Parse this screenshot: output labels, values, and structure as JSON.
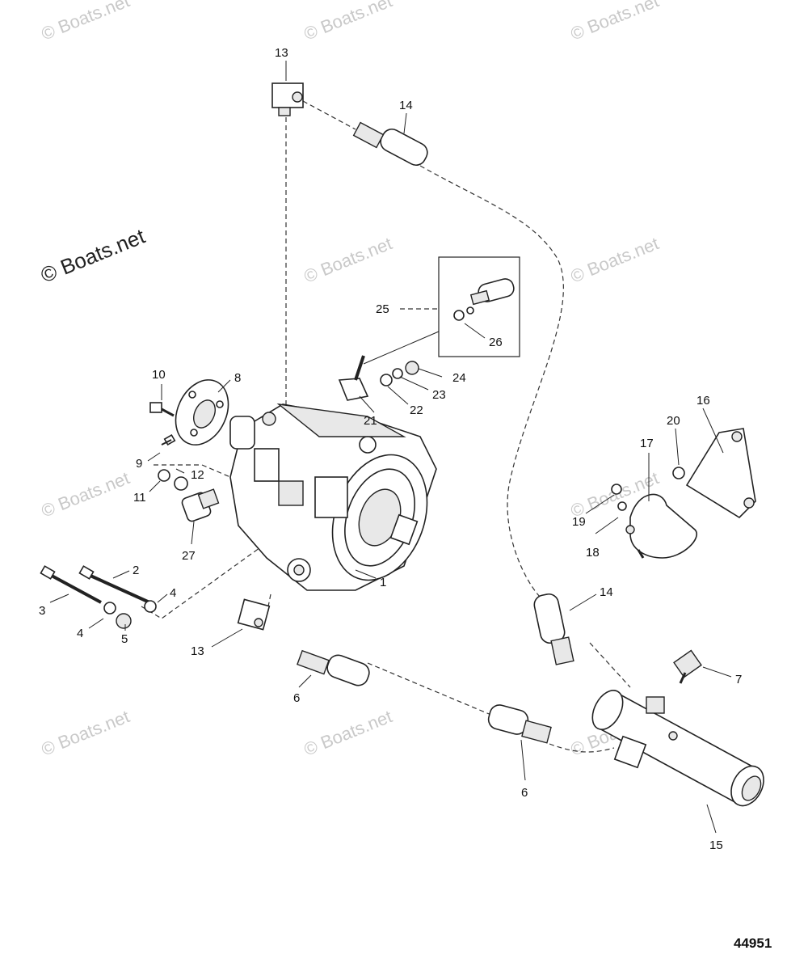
{
  "watermark": {
    "brand": "© Boats.net",
    "symbol": "©",
    "brand_text": "Boats.net"
  },
  "reference_number": "44951",
  "callouts": {
    "c1": "1",
    "c2": "2",
    "c3": "3",
    "c4a": "4",
    "c4b": "4",
    "c5": "5",
    "c6a": "6",
    "c6b": "6",
    "c7": "7",
    "c8": "8",
    "c9": "9",
    "c10": "10",
    "c11": "11",
    "c12": "12",
    "c13a": "13",
    "c13b": "13",
    "c14a": "14",
    "c14b": "14",
    "c15": "15",
    "c16": "16",
    "c17": "17",
    "c18": "18",
    "c19": "19",
    "c20": "20",
    "c21": "21",
    "c22": "22",
    "c23": "23",
    "c24": "24",
    "c25": "25",
    "c26": "26",
    "c27": "27"
  }
}
